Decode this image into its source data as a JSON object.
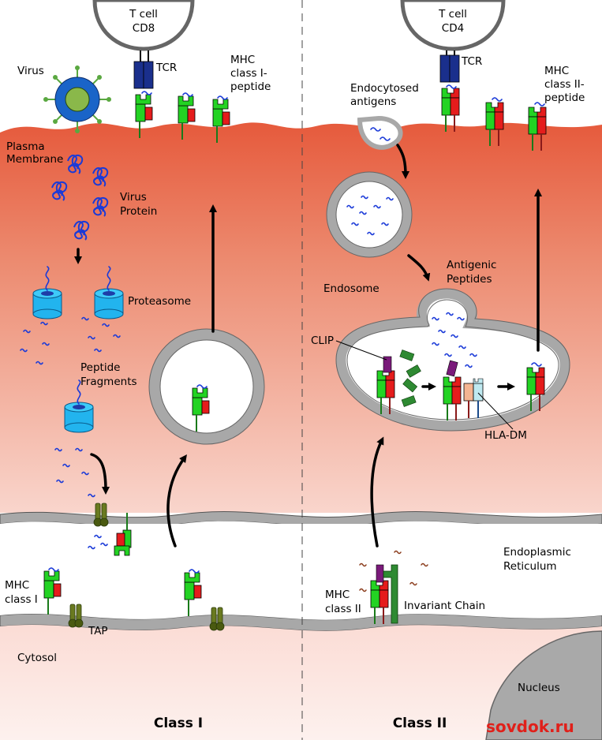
{
  "labels": {
    "tcell_cd8_line1": "T cell",
    "tcell_cd8_line2": "CD8",
    "tcell_cd4_line1": "T cell",
    "tcell_cd4_line2": "CD4",
    "tcr_left": "TCR",
    "tcr_right": "TCR",
    "virus": "Virus",
    "mhc1_peptide_line1": "MHC",
    "mhc1_peptide_line2": "class I-",
    "mhc1_peptide_line3": "peptide",
    "mhc2_peptide_line1": "MHC",
    "mhc2_peptide_line2": "class II-",
    "mhc2_peptide_line3": "peptide",
    "endocytosed_line1": "Endocytosed",
    "endocytosed_line2": "antigens",
    "plasma_line1": "Plasma",
    "plasma_line2": "Membrane",
    "virus_protein_line1": "Virus",
    "virus_protein_line2": "Protein",
    "proteasome": "Proteasome",
    "peptide_frag_line1": "Peptide",
    "peptide_frag_line2": "Fragments",
    "antigenic_line1": "Antigenic",
    "antigenic_line2": "Peptides",
    "endosome": "Endosome",
    "clip": "CLIP",
    "hla_dm": "HLA-DM",
    "er_line1": "Endoplasmic",
    "er_line2": "Reticulum",
    "mhc1_line1": "MHC",
    "mhc1_line2": "class I",
    "tap": "TAP",
    "mhc2_line1": "MHC",
    "mhc2_line2": "class II",
    "invariant_chain": "Invariant Chain",
    "cytosol": "Cytosol",
    "nucleus": "Nucleus",
    "class1_title": "Class I",
    "class2_title": "Class II",
    "watermark": "sovdok.ru"
  },
  "colors": {
    "membrane_top": "#e5573a",
    "cytoplasm_light": "#f7ccc3",
    "membrane_gray": "#a8a8a8",
    "mhc_green": "#23d323",
    "mhc_red": "#e51c1c",
    "tcr_navy": "#1a2f8c",
    "proteasome_cyan": "#22b4ee",
    "peptide_blue": "#1a3ad8",
    "tap_olive": "#6a7a20",
    "clip_purple": "#7a1a7a",
    "invariant_green": "#2e8a32",
    "hla_dm_peach": "#f4b592",
    "hla_dm_cyan": "#bfe9f0",
    "watermark_red": "#e0201a"
  }
}
